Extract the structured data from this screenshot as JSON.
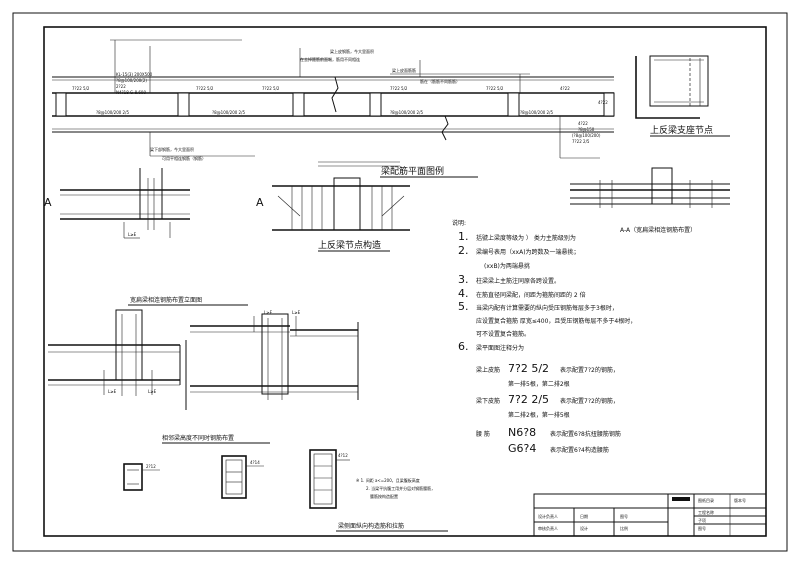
{
  "titles": {
    "plan_legend": "梁配筋平面图例",
    "upturned_support_node": "上反梁支座节点",
    "upturned_beam_construction": "上反梁节点构造",
    "wide_flat_beam_section": "A-A（宽扁梁相连钢筋布置）",
    "wide_flat_beam_elevation": "宽扁梁相连钢筋布置立面图",
    "adjacent_beam_diff_height": "相邻梁高度不同时钢筋布置",
    "side_longitudinal_ties": "梁侧面纵向构造筋和拉筋"
  },
  "section_marks": {
    "a_left": "A",
    "a_right": "A"
  },
  "notes": {
    "heading": "说明:",
    "items": [
      {
        "num": "1.",
        "text": "括號上梁度等级为  ）  类力主筋级别为"
      },
      {
        "num": "2.",
        "text": "梁编号表用（xxA)为跨数及一端悬挑；"
      },
      {
        "num": "",
        "text": "(xxB)为两端悬挑"
      },
      {
        "num": "3.",
        "text": "柱梁梁上主筋注同原各跨设置。"
      },
      {
        "num": "4.",
        "text": "在筋直径同梁配，间距为箍筋间距的  2  倍"
      },
      {
        "num": "5.",
        "text": "当梁内配有计算需要的纵向受压钢筋每层多于3根时，"
      },
      {
        "num": "",
        "text": "应设置复合箍筋 厚宽≤400，且受压钢筋每层不多于4根时，"
      },
      {
        "num": "",
        "text": "可不设置复合箍筋。"
      },
      {
        "num": "6.",
        "text": "梁平面图注释分为"
      }
    ],
    "rebar_rows": [
      {
        "label": "梁上皮筋",
        "code": "7?2 5/2",
        "desc": "表示配置7?2的钢筋，",
        "desc2": "第一排5根，第二排2根"
      },
      {
        "label": "梁下皮筋",
        "code": "7?2 2/5",
        "desc": "表示配置7?2的钢筋，",
        "desc2": "第二排2根，第一排5根"
      },
      {
        "label": "腰    筋",
        "code": "N6?8",
        "desc": "表示配置6?8抗扭腰筋钢筋"
      },
      {
        "label": "",
        "code": "G6?4",
        "desc": "表示配置6?4构造腰筋"
      }
    ]
  },
  "footnote": [
    "※ 1. 间距 a<=200，且梁腹板高度",
    "2. 当梁平抗腹工用并分层对钢筋腰筋，",
    "腰筋按构造配置"
  ],
  "plan_annotations": {
    "top_notes": [
      "梁上皮钢筋，今大里面积",
      "在去掉箍筋前面端，筋用不同相连"
    ],
    "mid_right": [
      "梁上皮面筋筋",
      "筋在（筋筋不同筋筋）"
    ],
    "bottom_left": [
      "梁下部钢筋，今大里面积",
      "可用平相连钢筋（钢筋）"
    ],
    "spans": [
      "7?22 5/2",
      "7?22 5/2",
      "7?22 5/2",
      "7?22 5/2",
      "7?22 5/2",
      "4?22"
    ],
    "bottom_spans": [
      "?8@100/200 2/5",
      "?8@100/200 2/5",
      "?8@100/200 2/5",
      "?8@100/200 2/5",
      "4?22"
    ],
    "left_codes": [
      "KL-15(3)  200X500",
      "?8@100/200(2)",
      "2?22",
      "N4?18  G-8.600"
    ],
    "right_codes": [
      "4?22",
      "?8@150",
      "(?8@100/200)",
      "7?22 2/5"
    ]
  },
  "section_labels": [
    "2?12",
    "4?14",
    "4?12"
  ],
  "dim_labels": [
    "L≥E",
    "L≥E",
    "L≥E",
    "L≥E",
    "L≥E"
  ],
  "title_block": {
    "rows": [
      {
        "label": "设计负责人",
        "value": "图号"
      },
      {
        "label": "审核负责人",
        "value": "比例"
      },
      {
        "label": "设计",
        "value": "日期"
      }
    ],
    "right_header": [
      "图纸目录",
      "版本号"
    ],
    "right_rows": [
      "工程名称",
      "子项",
      "图号"
    ]
  }
}
